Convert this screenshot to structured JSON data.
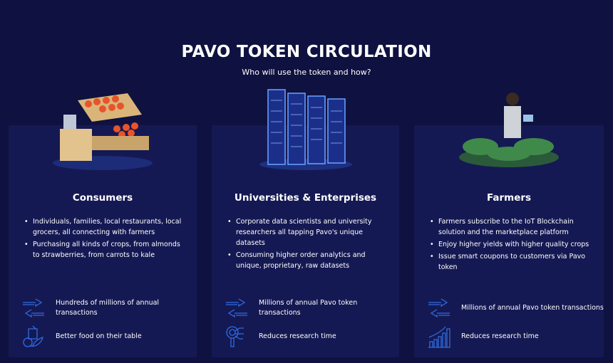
{
  "header": {
    "title": "PAVO TOKEN CIRCULATION",
    "subtitle": "Who will use the token and how?"
  },
  "colors": {
    "background": "#0f1140",
    "card": "#151953",
    "icon": "#2f6be0"
  },
  "cards": [
    {
      "title": "Consumers",
      "bullets": [
        "Individuals, families, local restaurants, local grocers, all connecting with farmers",
        "Purchasing all kinds of crops, from almonds to strawberries, from carrots to kale"
      ],
      "stats": [
        {
          "icon": "exchange-arrows-icon",
          "text": "Hundreds of millions of annual transactions"
        },
        {
          "icon": "food-icon",
          "text": "Better food on their table"
        }
      ]
    },
    {
      "title": "Universities & Enterprises",
      "bullets": [
        "Corporate data scientists and university researchers all tapping Pavo's unique datasets",
        "Consuming higher order analytics and unique, proprietary, raw datasets"
      ],
      "stats": [
        {
          "icon": "exchange-arrows-icon",
          "text": "Millions of annual Pavo token transactions"
        },
        {
          "icon": "research-magnifier-icon",
          "text": "Reduces research time"
        }
      ]
    },
    {
      "title": "Farmers",
      "bullets": [
        "Farmers subscribe to the IoT Blockchain solution and the marketplace platform",
        "Enjoy higher yields with higher quality crops",
        "Issue smart coupons to customers via Pavo token"
      ],
      "stats": [
        {
          "icon": "exchange-arrows-icon",
          "text": "Millions of annual Pavo token transactions"
        },
        {
          "icon": "growth-chart-icon",
          "text": "Reduces research time"
        }
      ]
    }
  ]
}
